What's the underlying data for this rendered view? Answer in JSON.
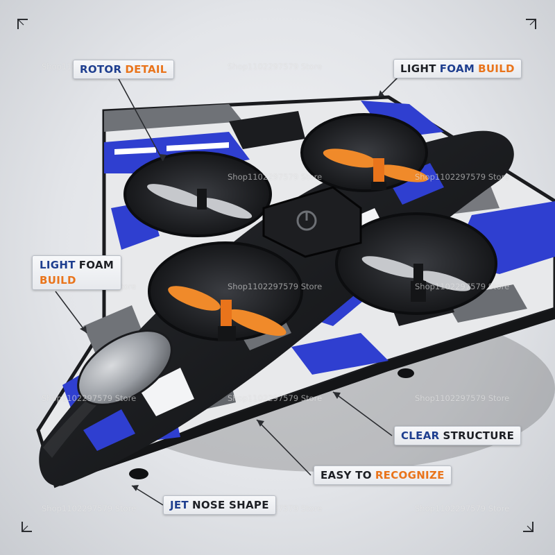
{
  "watermark": "Shop1102297579 Store",
  "colors": {
    "blue_text": "#1e3e8f",
    "orange_text": "#e9741b",
    "camo_blue": "#2f3fd0",
    "propeller_orange": "#f08a2a",
    "body_black": "#151618"
  },
  "labels": {
    "rotor_detail": {
      "part1": "ROTOR",
      "part2": "DETAIL"
    },
    "light_foam_top": {
      "part1": "LIGHT",
      "part2": "FOAM",
      "part3": "BUILD"
    },
    "light_foam_left": {
      "part1": "LIGHT",
      "part2": "FOAM",
      "part3": "BUILD"
    },
    "clear_structure": {
      "part1": "CLEAR",
      "part2": "STRUCTURE"
    },
    "easy_recognize": {
      "part1": "EASY TO",
      "part2": "RECOGNIZE"
    },
    "jet_nose": {
      "part1": "JET",
      "part2": "NOSE SHAPE"
    }
  },
  "icons": {
    "corners": [
      "corner-bracket-icon"
    ],
    "power": "power-button-icon"
  }
}
